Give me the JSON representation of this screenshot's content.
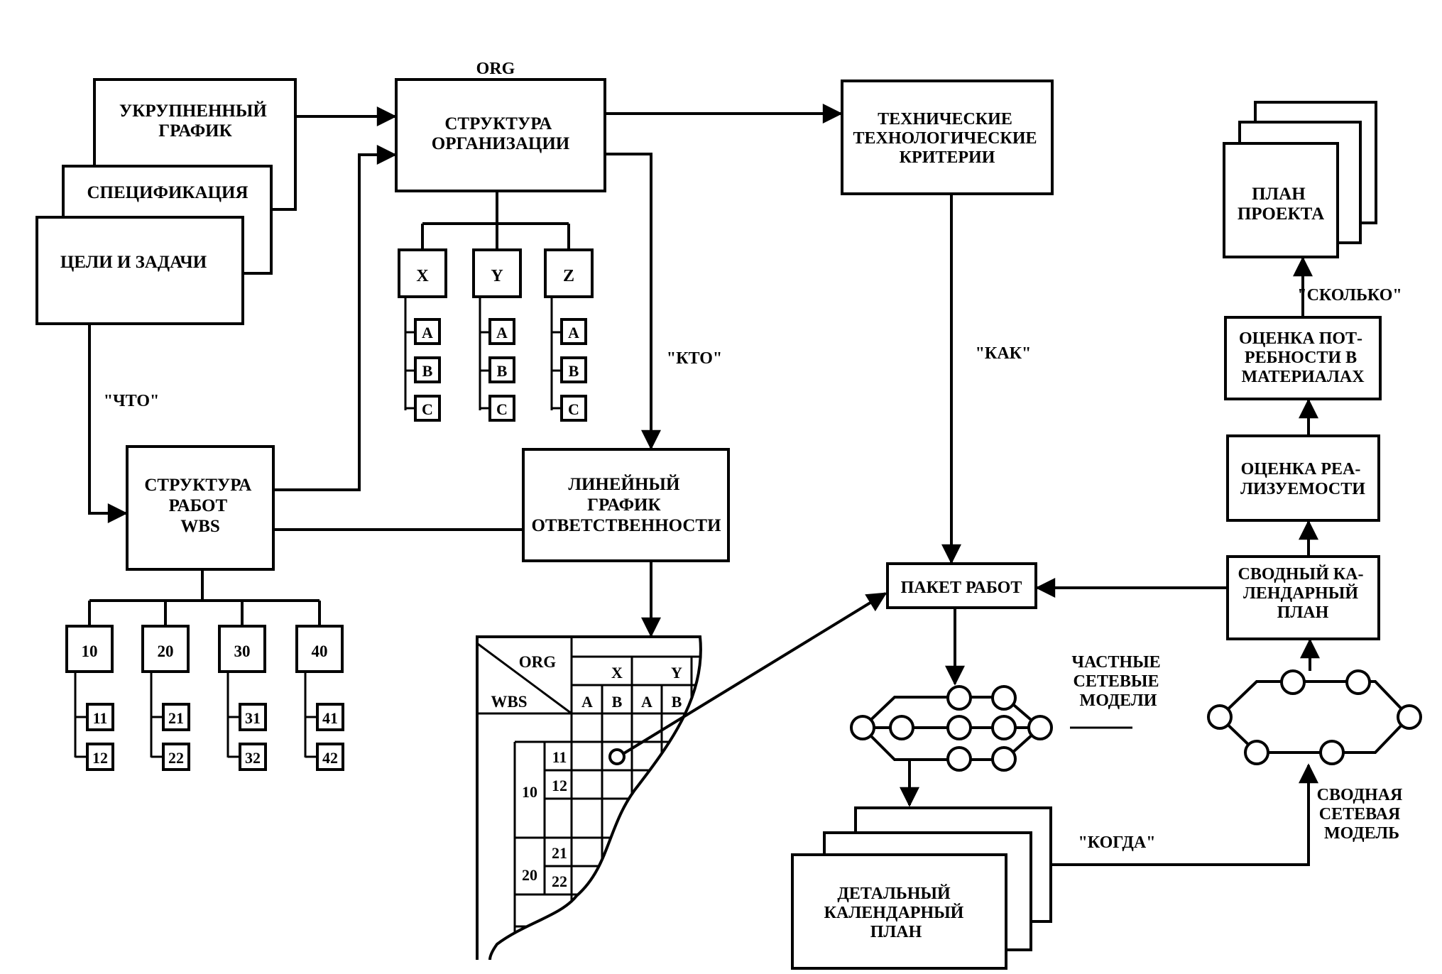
{
  "top_goals": {
    "schedule": [
      "УКРУПНЕННЫЙ",
      "ГРАФИК"
    ],
    "spec": "СПЕЦИФИКАЦИЯ",
    "goals": "ЦЕЛИ И ЗАДАЧИ"
  },
  "org": {
    "label": "ORG",
    "title": [
      "СТРУКТУРА",
      "ОРГАНИЗАЦИИ"
    ],
    "units": [
      {
        "name": "X",
        "subs": [
          "A",
          "B",
          "C"
        ]
      },
      {
        "name": "Y",
        "subs": [
          "A",
          "B",
          "C"
        ]
      },
      {
        "name": "Z",
        "subs": [
          "A",
          "B",
          "C"
        ]
      }
    ]
  },
  "tech": [
    "ТЕХНИЧЕСКИЕ",
    "ТЕХНОЛОГИЧЕСКИЕ",
    "КРИТЕРИИ"
  ],
  "wbs": {
    "title": [
      "СТРУКТУРА",
      "РАБОТ",
      "WBS"
    ],
    "items": [
      {
        "code": "10",
        "subs": [
          "11",
          "12"
        ]
      },
      {
        "code": "20",
        "subs": [
          "21",
          "22"
        ]
      },
      {
        "code": "30",
        "subs": [
          "31",
          "32"
        ]
      },
      {
        "code": "40",
        "subs": [
          "41",
          "42"
        ]
      }
    ]
  },
  "labels": {
    "what": "\"ЧТО\"",
    "who": "\"КТО\"",
    "how": "\"КАК\"",
    "how_much": "\"СКОЛЬКО\"",
    "when": "\"КОГДА\""
  },
  "raci": {
    "title": [
      "ЛИНЕЙНЫЙ",
      "ГРАФИК",
      "ОТВЕТСТВЕННОСТИ"
    ],
    "org": "ORG",
    "wbs": "WBS",
    "col_groups": [
      "X",
      "Y"
    ],
    "cols": [
      "A",
      "B",
      "A",
      "B"
    ],
    "groups": [
      {
        "code": "10",
        "rows": [
          "11",
          "12"
        ]
      },
      {
        "code": "20",
        "rows": [
          "21",
          "22"
        ]
      }
    ]
  },
  "work_package": "ПАКЕТ РАБОТ",
  "partial_models": [
    "ЧАСТНЫЕ",
    "СЕТЕВЫЕ",
    "МОДЕЛИ"
  ],
  "detail_plan": [
    "ДЕТАЛЬНЫЙ",
    "КАЛЕНДАРНЫЙ",
    "ПЛАН"
  ],
  "summary_network": [
    "СВОДНАЯ",
    "СЕТЕВАЯ",
    "МОДЕЛЬ"
  ],
  "summary_plan": [
    "СВОДНЫЙ КА-",
    "ЛЕНДАРНЫЙ",
    "ПЛАН"
  ],
  "feasibility": [
    "ОЦЕНКА РЕА-",
    "ЛИЗУЕМОСТИ"
  ],
  "materials": [
    "ОЦЕНКА ПОТ-",
    "РЕБНОСТИ В",
    "МАТЕРИАЛАХ"
  ],
  "project_plan": [
    "ПЛАН",
    "ПРОЕКТА"
  ]
}
